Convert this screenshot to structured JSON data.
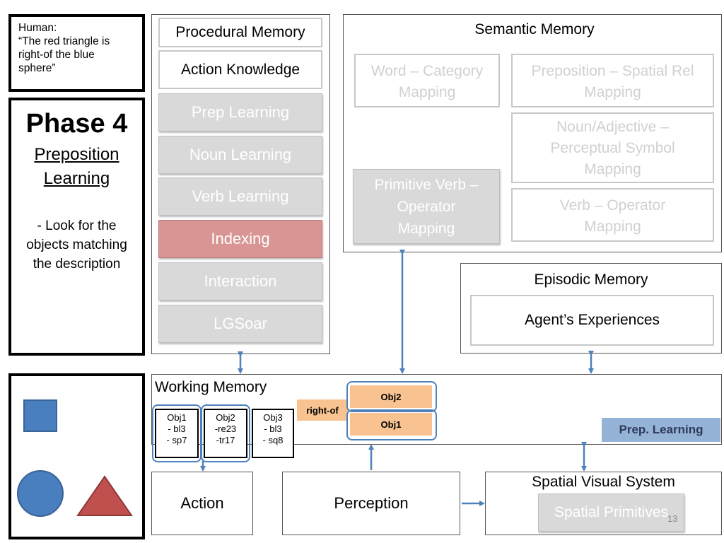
{
  "human": {
    "line1": "Human:",
    "line2": "“The red triangle is",
    "line3": "right-of the blue",
    "line4": "sphere”"
  },
  "phase": {
    "title": "Phase 4",
    "subtitle1": "Preposition",
    "subtitle2": "Learning",
    "desc1": "- Look for the",
    "desc2": "objects matching",
    "desc3": "the description"
  },
  "procedural": {
    "title": "Procedural Memory",
    "action_knowledge": "Action Knowledge",
    "items": [
      "Prep Learning",
      "Noun Learning",
      "Verb Learning",
      "Indexing",
      "Interaction",
      "LGSoar"
    ]
  },
  "semantic": {
    "title": "Semantic Memory",
    "word_category": [
      "Word – Category",
      "Mapping"
    ],
    "prep_spatial": [
      "Preposition – Spatial Rel",
      "Mapping"
    ],
    "noun_adj": [
      "Noun/Adjective –",
      "Perceptual Symbol",
      "Mapping"
    ],
    "primitive_verb": [
      "Primitive Verb –",
      "Operator",
      "Mapping"
    ],
    "verb_operator": [
      "Verb – Operator",
      "Mapping"
    ]
  },
  "episodic": {
    "title": "Episodic Memory",
    "experiences": "Agent’s Experiences"
  },
  "working": {
    "title": "Working Memory",
    "objects": [
      {
        "name": "Obj1",
        "l1": "- bl3",
        "l2": "- sp7"
      },
      {
        "name": "Obj2",
        "l1": "-re23",
        "l2": "-tr17"
      },
      {
        "name": "Obj3",
        "l1": "- bl3",
        "l2": "- sq8"
      }
    ],
    "relation": "right-of",
    "rel_obj_top": "Obj2",
    "rel_obj_bottom": "Obj1",
    "prep_learning": "Prep. Learning"
  },
  "action": "Action",
  "perception": "Perception",
  "spatial": {
    "title": "Spatial Visual System",
    "primitives": "Spatial Primitives"
  },
  "slide_number": "13",
  "colors": {
    "blue_shape": "#4a7fbf",
    "red_shape": "#c0504d",
    "orange": "#f8c391",
    "indexing": "#d99594",
    "prep_box": "#95b3d7",
    "arrow": "#4f81bd"
  }
}
